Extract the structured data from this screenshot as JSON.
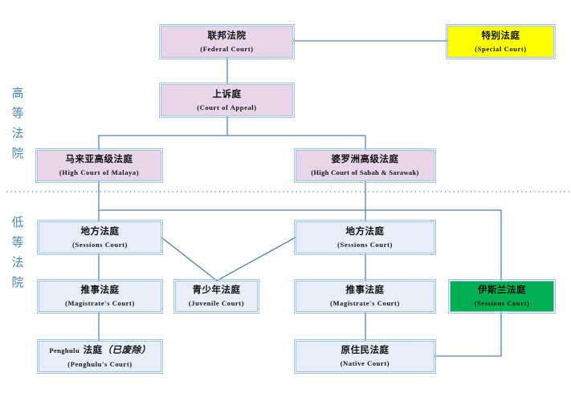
{
  "tiers": {
    "superior": {
      "label_chars": [
        "高",
        "等",
        "法",
        "院"
      ]
    },
    "subordinate": {
      "label_chars": [
        "低",
        "等",
        "法",
        "院"
      ]
    }
  },
  "colors": {
    "line": "#4f81bd",
    "box_border": "#9dc3e6",
    "superior_fill": "#e8d5e9",
    "subordinate_fill": "#e7eef9",
    "special_fill": "#ffff00",
    "syariah_fill": "#00b050",
    "side_label": "#4a86c0"
  },
  "courts": {
    "federal": {
      "zh": "联邦法院",
      "en": "(Federal Court)"
    },
    "special": {
      "zh": "特别法庭",
      "en": "(Special Court)"
    },
    "appeal": {
      "zh": "上诉庭",
      "en": "(Court of Appeal)"
    },
    "high_malaya": {
      "zh": "马来亚高级法庭",
      "en": "(High Court of Malaya)"
    },
    "high_borneo": {
      "zh": "婆罗洲高级法庭",
      "en": "(High Court of Sabah & Sarawak)"
    },
    "sessions_left": {
      "zh": "地方法庭",
      "en": "(Sessions Court)"
    },
    "sessions_right": {
      "zh": "地方法庭",
      "en": "(Sessions Court)"
    },
    "magistrate_left": {
      "zh": "推事法庭",
      "en": "(Magistrate's Court)"
    },
    "juvenile": {
      "zh": "青少年法庭",
      "en": "(Juvenile Court)"
    },
    "magistrate_right": {
      "zh": "推事法庭",
      "en": "(Magistrate's Court)"
    },
    "syariah": {
      "zh": "伊斯兰法庭",
      "en": "(Sessions Court)"
    },
    "penghulu": {
      "latin": "Penghulu",
      "zh": "法庭",
      "note": "（已废除）",
      "en": "(Penghulu's Court)"
    },
    "native": {
      "zh": "原住民法庭",
      "en": "(Native Court)"
    }
  }
}
